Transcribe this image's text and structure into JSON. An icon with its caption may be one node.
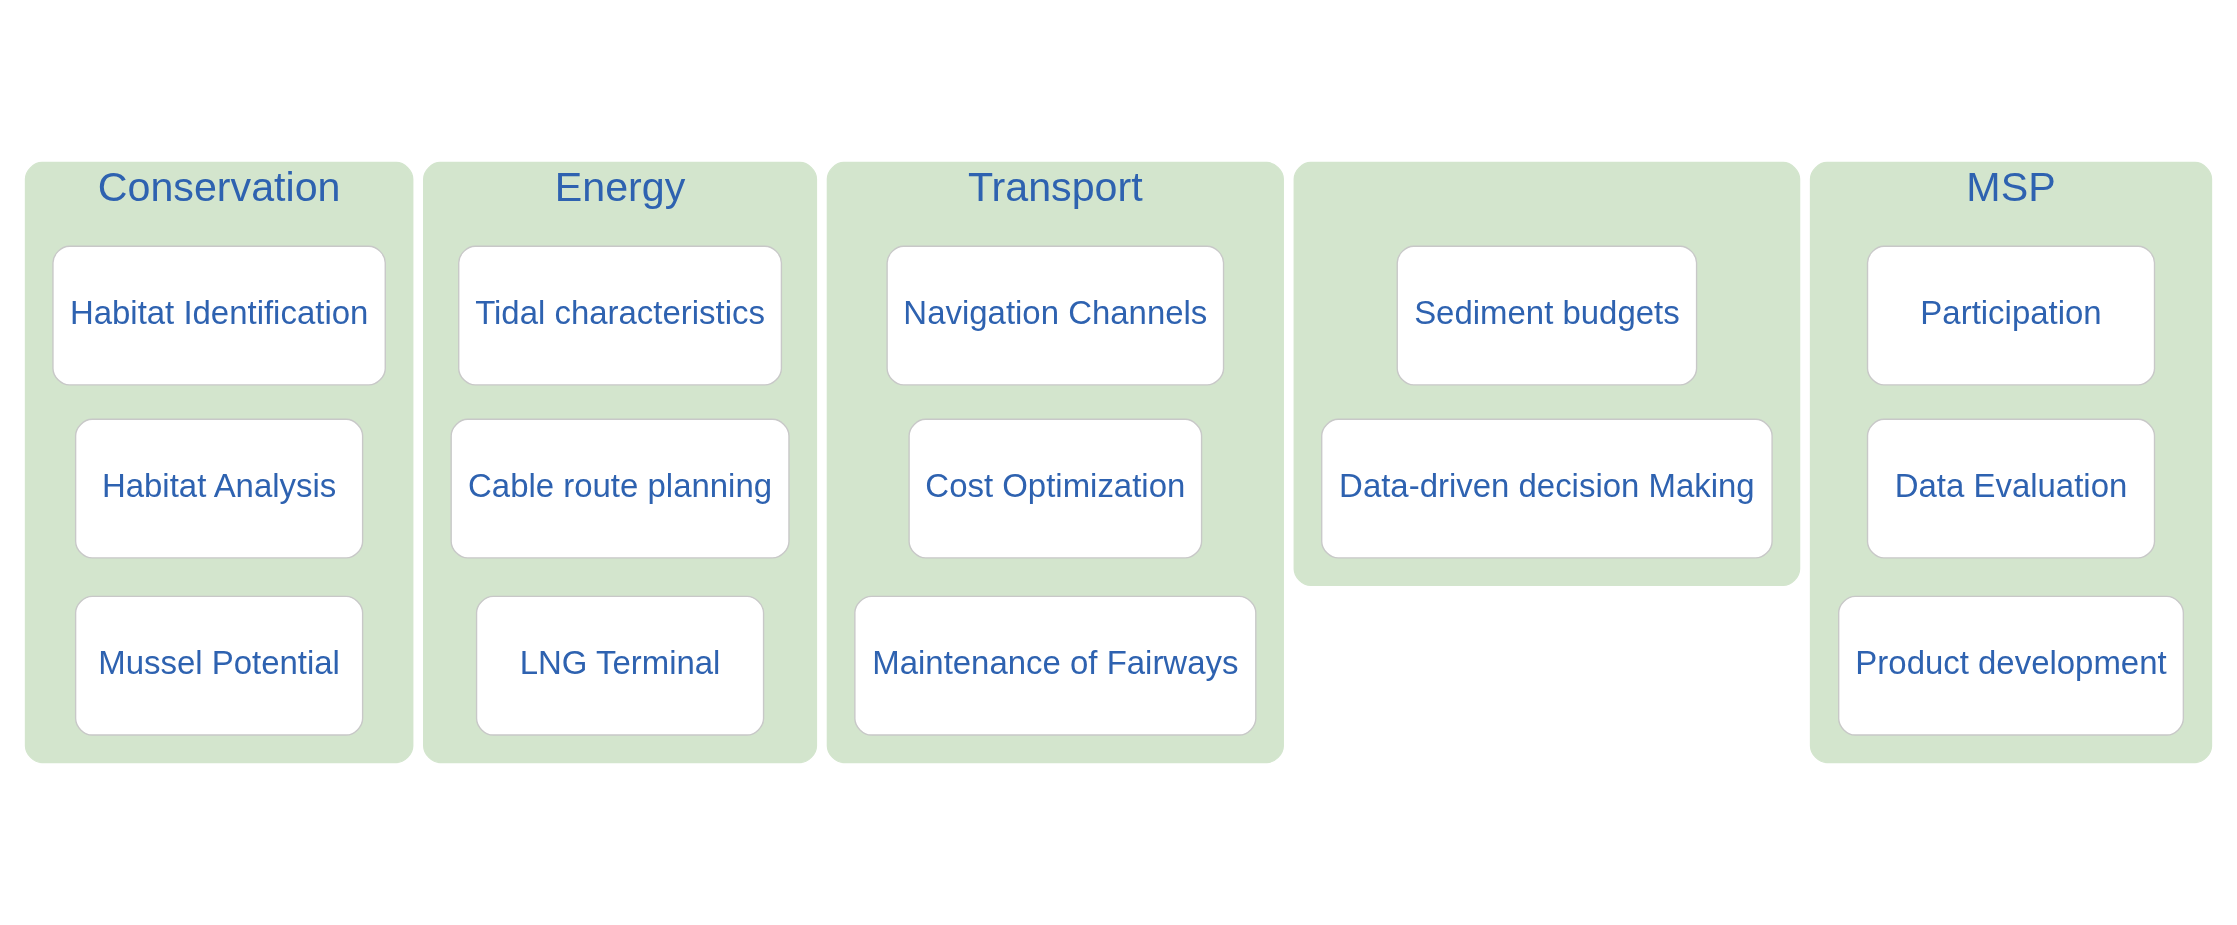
{
  "diagram": {
    "nodes": [
      {
        "text": [
          "Conservation"
        ]
      },
      {
        "text": [
          "Habitat Identification"
        ],
        "in": 0
      },
      {
        "text": [
          "Habitat Analysis"
        ],
        "in": 0
      },
      {
        "text": [
          "Mussel Potential"
        ],
        "in": 0
      },
      {
        "text": [
          "Energy"
        ]
      },
      {
        "text": [
          "Tidal characteristics"
        ],
        "in": 4
      },
      {
        "text": [
          "Cable route planning"
        ],
        "in": 4
      },
      {
        "text": [
          "LNG Terminal"
        ],
        "in": 4
      },
      {
        "text": [
          "Transport"
        ]
      },
      {
        "text": [
          "Navigation Channels"
        ],
        "in": 8
      },
      {
        "text": [
          "Cost Optimization"
        ],
        "in": 8
      },
      {
        "text": [
          "Maintenance of Fairways"
        ],
        "in": 8
      },
      {
        "text": [],
        "shape": "box"
      },
      {
        "text": [
          "Sediment budgets"
        ],
        "in": 12
      },
      {
        "text": [
          "Data-driven decision Making"
        ],
        "in": 12
      },
      {
        "text": [
          "MSP"
        ]
      },
      {
        "text": [
          "Participation"
        ],
        "in": 15
      },
      {
        "text": [
          "Data Evaluation"
        ],
        "in": 15
      },
      {
        "text": [
          "Product development"
        ],
        "in": 15
      }
    ],
    "edges": []
  }
}
